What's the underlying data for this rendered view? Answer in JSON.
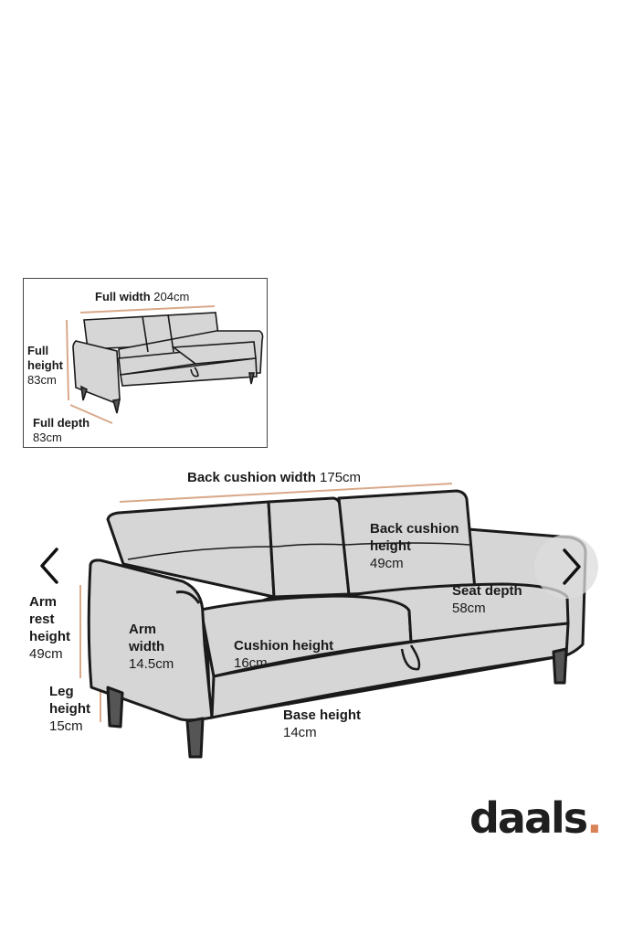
{
  "inset": {
    "full_width": {
      "label": "Full width",
      "value": "204cm"
    },
    "full_height": {
      "label_line1": "Full",
      "label_line2": "height",
      "value": "83cm"
    },
    "full_depth": {
      "label": "Full depth",
      "value": "83cm"
    }
  },
  "main": {
    "back_cushion_width": {
      "label": "Back cushion width",
      "value": "175cm"
    },
    "back_cushion_height": {
      "label_line1": "Back cushion",
      "label_line2": "height",
      "value": "49cm"
    },
    "seat_depth": {
      "label": "Seat depth",
      "value": "58cm"
    },
    "arm_rest_height": {
      "label_line1": "Arm",
      "label_line2": "rest",
      "label_line3": "height",
      "value": "49cm"
    },
    "arm_width": {
      "label_line1": "Arm",
      "label_line2": "width",
      "value": "14.5cm"
    },
    "cushion_height": {
      "label": "Cushion height",
      "value": "16cm"
    },
    "leg_height": {
      "label_line1": "Leg",
      "label_line2": "height",
      "value": "15cm"
    },
    "base_height": {
      "label": "Base height",
      "value": "14cm"
    }
  },
  "brand": {
    "name": "daals",
    "dot": "."
  },
  "colors": {
    "measure_line": "#d9a98a",
    "sofa_fill": "#d6d6d6",
    "outline": "#1a1a1a"
  },
  "icons": {
    "prev": "chevron-left-icon",
    "next": "chevron-right-icon"
  }
}
